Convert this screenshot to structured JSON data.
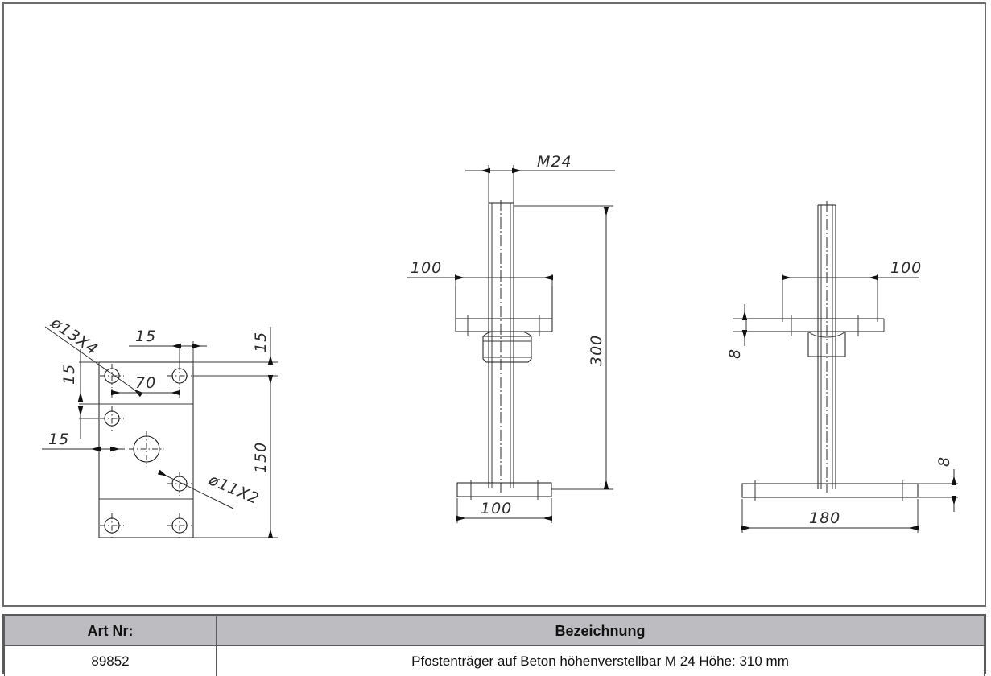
{
  "document": {
    "type": "technical-drawing",
    "sheet_border": true
  },
  "title_block": {
    "headers": [
      "Art Nr:",
      "Bezeichnung"
    ],
    "row": {
      "art_nr": "89852",
      "bezeichnung": "Pfostenträger auf Beton höhenverstellbar M 24 Höhe: 310 mm"
    }
  },
  "views": {
    "top_view": {
      "name": "base-plate-top-view",
      "dimensions": {
        "hole_label_13": "ø13X4",
        "hole_label_11": "ø11X2",
        "edge_margin_top": "15",
        "edge_margin_right": "15",
        "edge_margin_left": "15",
        "spacing_vertical": "15",
        "hole_pitch_horizontal": "70",
        "plate_length": "150"
      }
    },
    "front_view": {
      "name": "front-elevation-view",
      "dimensions": {
        "thread": "M24",
        "bracket_width": "100",
        "total_height": "300",
        "base_plate_width": "100"
      }
    },
    "side_view": {
      "name": "side-elevation-view",
      "dimensions": {
        "bracket_width": "100",
        "bracket_plate_thickness": "8",
        "base_plate_thickness": "8",
        "base_plate_width": "180"
      }
    }
  },
  "colors": {
    "line": "#1a1a1a",
    "dimension": "#2a2a2a",
    "header_fill": "#bdbdc1",
    "border": "#5a5a5a"
  }
}
